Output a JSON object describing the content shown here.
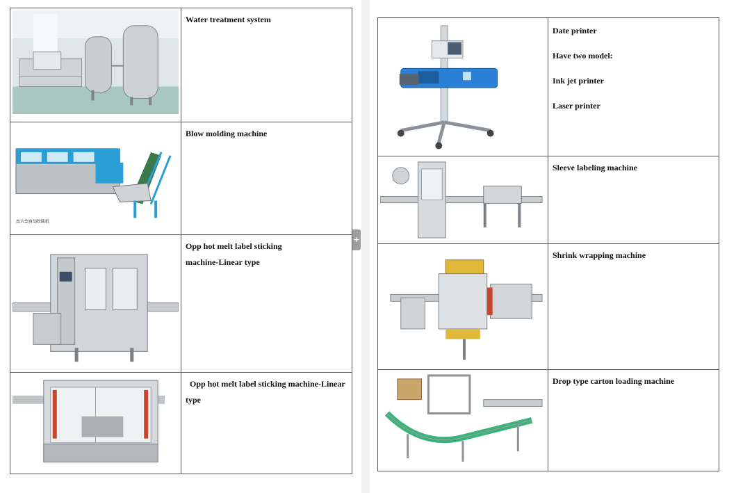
{
  "left_table": {
    "rows": [
      {
        "image": "water-treatment-photo",
        "label": "Water treatment system"
      },
      {
        "image": "blow-molding-photo",
        "label": "Blow molding machine",
        "image_caption": "出六全自动吹瓶机"
      },
      {
        "image": "opp-label-linear-photo",
        "label_lines": [
          "Opp hot melt label sticking",
          "machine-Linear type"
        ]
      },
      {
        "image": "opp-label-rotary-photo",
        "label_lines": [
          "  Opp hot melt label sticking machine-Linear",
          "type"
        ]
      }
    ]
  },
  "right_table": {
    "rows": [
      {
        "image": "date-printer-photo",
        "label_lines": [
          "Date printer",
          "Have two model:",
          "Ink jet printer",
          "Laser printer"
        ]
      },
      {
        "image": "sleeve-labeling-photo",
        "label": "Sleeve labeling machine"
      },
      {
        "image": "shrink-wrapping-photo",
        "label": "Shrink wrapping machine"
      },
      {
        "image": "carton-loading-photo",
        "label": "Drop type carton loading machine"
      }
    ]
  },
  "gutter": {
    "tab_symbol": "+"
  },
  "colors": {
    "machine_blue": "#2a9fd6",
    "steel": "#b9bec3",
    "belt_green": "#3cb37a",
    "border": "#555555"
  }
}
